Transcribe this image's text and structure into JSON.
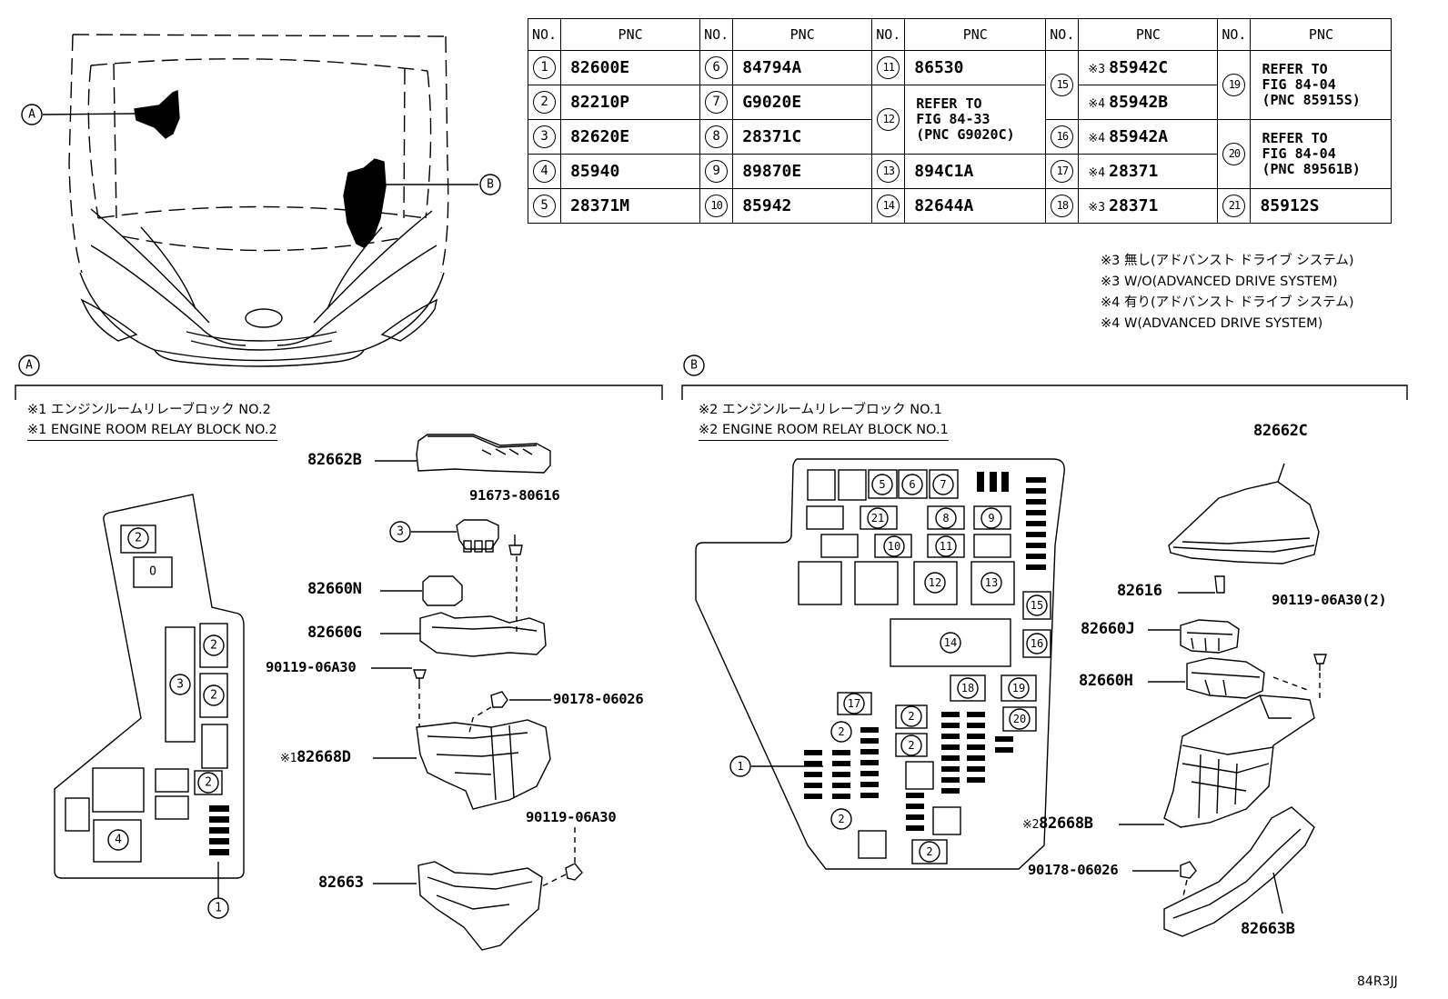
{
  "table": {
    "header_no": "NO.",
    "header_pnc": "PNC",
    "rows": [
      [
        "1",
        "82600E",
        "6",
        "84794A",
        "11",
        "86530",
        "15",
        "85942C",
        "19",
        "REFER TO\nFIG 84-04\n(PNC 85915S)"
      ],
      [
        "2",
        "82210P",
        "7",
        "G9020E",
        "12",
        "REFER TO\nFIG 84-33\n(PNC G9020C)",
        "15",
        "85942B",
        "19",
        ""
      ],
      [
        "3",
        "82620E",
        "8",
        "28371C",
        "12",
        "",
        "16",
        "85942A",
        "20",
        "REFER TO\nFIG 84-04\n(PNC 89561B)"
      ],
      [
        "4",
        "85940",
        "9",
        "89870E",
        "13",
        "894C1A",
        "17",
        "28371",
        "20",
        ""
      ],
      [
        "5",
        "28371M",
        "10",
        "85942",
        "14",
        "82644A",
        "18",
        "28371",
        "21",
        "85912S"
      ]
    ],
    "marks": {
      "r0c7": "※3",
      "r1c7": "※4",
      "r2c7": "※4",
      "r3c7": "※4",
      "r4c7": "※3"
    }
  },
  "notes": [
    "※3 無し(アドバンスト ドライブ システム)",
    "※3 W/O(ADVANCED DRIVE SYSTEM)",
    "※4 有り(アドバンスト ドライブ システム)",
    "※4 W(ADVANCED DRIVE SYSTEM)"
  ],
  "car_view": {
    "label_a": "A",
    "label_b": "B"
  },
  "section_a": {
    "label": "A",
    "title_jp": "※1 エンジンルームリレーブロック NO.2",
    "title_en": "※1 ENGINE ROOM RELAY BLOCK NO.2",
    "codes": {
      "c1": "82662B",
      "c2": "91673-80616",
      "c3": "82660N",
      "c4": "82660G",
      "c5": "90119-06A30",
      "c6": "90178-06026",
      "c7": "82668D",
      "c7_prefix": "※1",
      "c8": "90119-06A30",
      "c9": "82663"
    },
    "block_labels": {
      "top": "2",
      "o": "O",
      "three": "3",
      "two": "2",
      "four": "4",
      "one": "1",
      "callout3": "3"
    }
  },
  "section_b": {
    "label": "B",
    "title_jp": "※2 エンジンルームリレーブロック NO.1",
    "title_en": "※2 ENGINE ROOM RELAY BLOCK NO.1",
    "codes": {
      "c1": "82662C",
      "c2": "82616",
      "c3": "90119-06A30(2)",
      "c4": "82660J",
      "c5": "82660H",
      "c6": "82668B",
      "c6_prefix": "※2",
      "c7": "90178-06026",
      "c8": "82663B"
    },
    "block_labels": {
      "n1": "1",
      "n2": "2",
      "n5": "5",
      "n6": "6",
      "n7": "7",
      "n8": "8",
      "n9": "9",
      "n10": "10",
      "n11": "11",
      "n12": "12",
      "n13": "13",
      "n14": "14",
      "n15": "15",
      "n16": "16",
      "n17": "17",
      "n18": "18",
      "n19": "19",
      "n20": "20",
      "n21": "21"
    }
  },
  "footer": "84R3JJ"
}
